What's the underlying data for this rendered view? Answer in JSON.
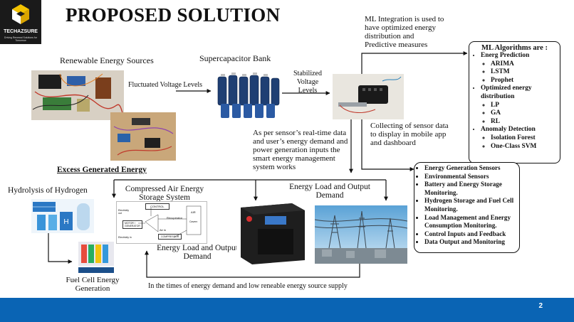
{
  "slide": {
    "title": "PROPOSED SOLUTION",
    "page_number": "2"
  },
  "logo": {
    "name": "TECHAZSURE",
    "tagline": "Driving Renewal Solutions for Tomorrow"
  },
  "labels": {
    "renewable": "Renewable Energy Sources",
    "supercap": "Supercapacitor Bank",
    "fluctuated": "Fluctuated Voltage Levels",
    "stabilized": "Stabilized\nVoltage\nLevels",
    "ml_integration": "ML Integration is used to\nhave optimized energy\ndistribution and\nPredictive measures",
    "sensor_text": "As per sensor’s real-time data\nand user’s energy demand and\npower generation inputs the\nsmart energy management\nsystem works",
    "collecting": "Collecting of sensor data\nto display in mobile app\nand dashboard",
    "excess": "Excess Generated Energy",
    "hydrolysis": "Hydrolysis of Hydrogen",
    "caes": "Compressed Air Energy\nStorage System",
    "load1": "Energy Load and Output\nDemand",
    "load2": "Energy Load and Output\nDemand",
    "fuelcell": "Fuel Cell Energy\nGeneration",
    "bottom": "In the times of energy demand and low reneable energy source supply"
  },
  "ml_box": {
    "title": "ML Algorithms are :",
    "groups": [
      {
        "name": "Energ Prediction",
        "items": [
          "ARIMA",
          "LSTM",
          "Prophet"
        ]
      },
      {
        "name": "Optimized energy distribution",
        "items": [
          "LP",
          "GA",
          "RL"
        ]
      },
      {
        "name": "Anomaly Detection",
        "items": [
          "Isolation Forest",
          "One-Class SVM"
        ]
      }
    ]
  },
  "sensor_box": {
    "items": [
      "Energy Generation Sensors",
      "Environmental Sensors",
      "Battery and Energy Storage Monitoring.",
      "Hydrogen Storage and Fuel Cell Monitoring.",
      "Load Management and Energy Consumption Monitoring.",
      "Control Inputs and Feedback",
      "Data Output and Monitoring"
    ]
  },
  "caes_diagram": {
    "control": "CONTROL",
    "recuperator": "Recuperator",
    "motor": "MOTOR /\nGENERATOR",
    "air_in": "Air in",
    "compressor": "COMPRESSOR",
    "electricity_in": "Electricity in",
    "electricity_out": "Electricity\nout",
    "air": "AIR",
    "cavern": "Cavern"
  },
  "colors": {
    "footer": "#0a64b4",
    "accent": "#1b8fd6"
  }
}
